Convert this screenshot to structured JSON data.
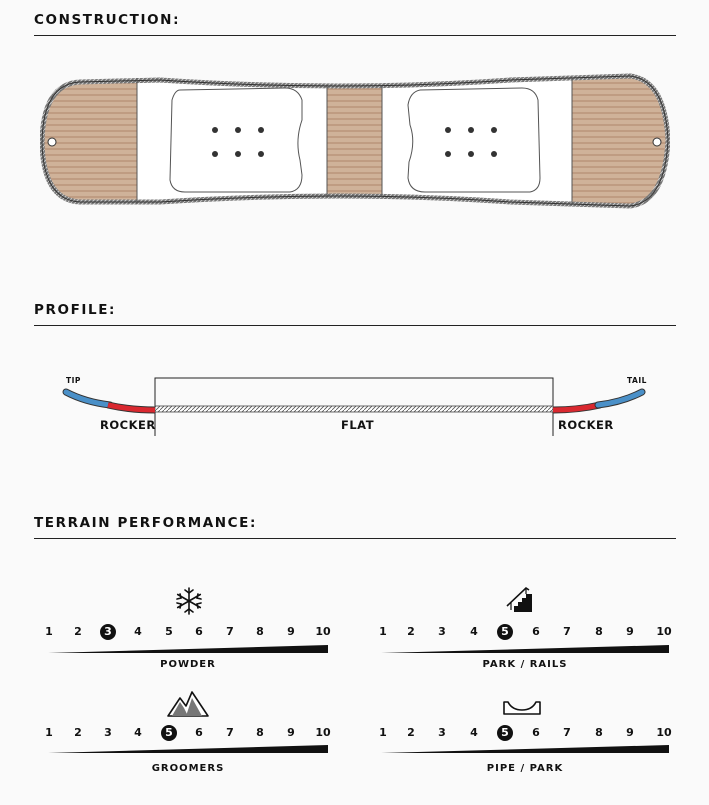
{
  "sections": {
    "construction": "CONSTRUCTION:",
    "profile": "PROFILE:",
    "terrain": "TERRAIN PERFORMANCE:"
  },
  "profile": {
    "tip": "TIP",
    "tail": "TAIL",
    "rocker_left": "ROCKER",
    "flat": "FLAT",
    "rocker_right": "ROCKER"
  },
  "terrain": {
    "scale_numbers": [
      "1",
      "2",
      "3",
      "4",
      "5",
      "6",
      "7",
      "8",
      "9",
      "10"
    ],
    "ratings": [
      {
        "category": "POWDER",
        "icon": "snowflake-icon",
        "value": 3
      },
      {
        "category": "PARK / RAILS",
        "icon": "stairs-rail-icon",
        "value": 5
      },
      {
        "category": "GROOMERS",
        "icon": "mountains-icon",
        "value": 5
      },
      {
        "category": "PIPE / PARK",
        "icon": "halfpipe-icon",
        "value": 5
      }
    ]
  },
  "colors": {
    "rocker_red": "#d9282f",
    "tip_blue": "#4a90c8",
    "wood": "#c8a98e"
  }
}
